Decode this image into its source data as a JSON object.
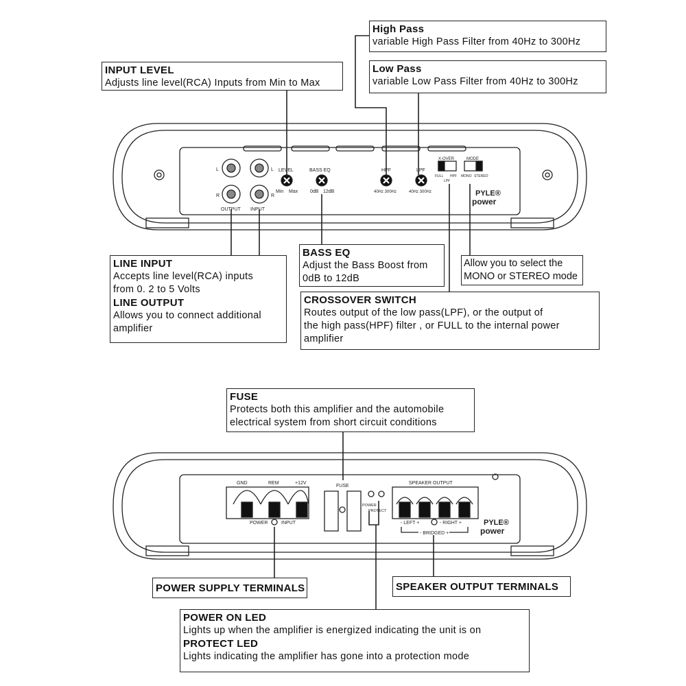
{
  "callouts": {
    "high_pass": {
      "title": "High Pass",
      "text": "variable High Pass Filter from 40Hz to 300Hz"
    },
    "low_pass": {
      "title": "Low Pass",
      "text": "variable Low Pass Filter from 40Hz to 300Hz"
    },
    "input_level": {
      "title": "INPUT LEVEL",
      "text": "Adjusts line level(RCA) Inputs from Min to Max"
    },
    "line_io": {
      "title1": "LINE INPUT",
      "text1a": "Accepts line level(RCA) inputs",
      "text1b": "from 0. 2 to 5 Volts",
      "title2": "LINE OUTPUT",
      "text2a": "Allows you to connect additional",
      "text2b": "amplifier"
    },
    "bass_eq": {
      "title": "BASS  EQ",
      "text1": "Adjust the Bass Boost from",
      "text2": "0dB to 12dB"
    },
    "mode": {
      "text1": "Allow you to select the",
      "text2": "MONO or STEREO mode"
    },
    "crossover": {
      "title": "CROSSOVER SWITCH",
      "text1": "Routes output of the   low pass(LPF),  or the output of",
      "text2": "the high pass(HPF) filter , or FULL to the internal power",
      "text3": "amplifier"
    },
    "fuse": {
      "title": "FUSE",
      "text1": "Protects both this amplifier and the automobile",
      "text2": "electrical system from short circuit conditions"
    },
    "power_supply": {
      "title": "POWER SUPPLY TERMINALS"
    },
    "speaker_output": {
      "title": "SPEAKER OUTPUT TERMINALS"
    },
    "leds": {
      "title1": "POWER ON LED",
      "text1": "Lights up when the amplifier is energized indicating the unit is on",
      "title2": "PROTECT LED",
      "text2": "Lights indicating the amplifier has gone into a protection mode"
    }
  },
  "top_panel": {
    "rca_l": "L",
    "rca_r": "R",
    "output": "OUTPUT",
    "input": "INPUT",
    "level": "LEVEL",
    "level_min": "Min",
    "level_max": "Max",
    "bass_eq": "BASS EQ",
    "bass_min": "0dB",
    "bass_max": "12dB",
    "hpf": "HPF",
    "hpf_range": "40Hz 300Hz",
    "lpf": "LPF",
    "lpf_range": "40Hz 300Hz",
    "xover": "X-OVER",
    "full": "FULL",
    "hpf_pos": "HPF",
    "lpf_pos": "LPF",
    "mode": "MODE",
    "mono": "MONO",
    "stereo": "STEREO",
    "brand1": "PYLE®",
    "brand2": "power"
  },
  "bottom_panel": {
    "gnd": "GND",
    "rem": "REM",
    "v12": "+12V",
    "power_input": "POWER",
    "input": "INPUT",
    "fuse": "FUSE",
    "power_led": "POWER",
    "protect_led": "PROTECT",
    "speaker_output": "SPEAKER OUTPUT",
    "left": "- LEFT +",
    "right": "- RIGHT +",
    "bridged": "-  BRIDGED  +",
    "brand1": "PYLE®",
    "brand2": "power"
  }
}
